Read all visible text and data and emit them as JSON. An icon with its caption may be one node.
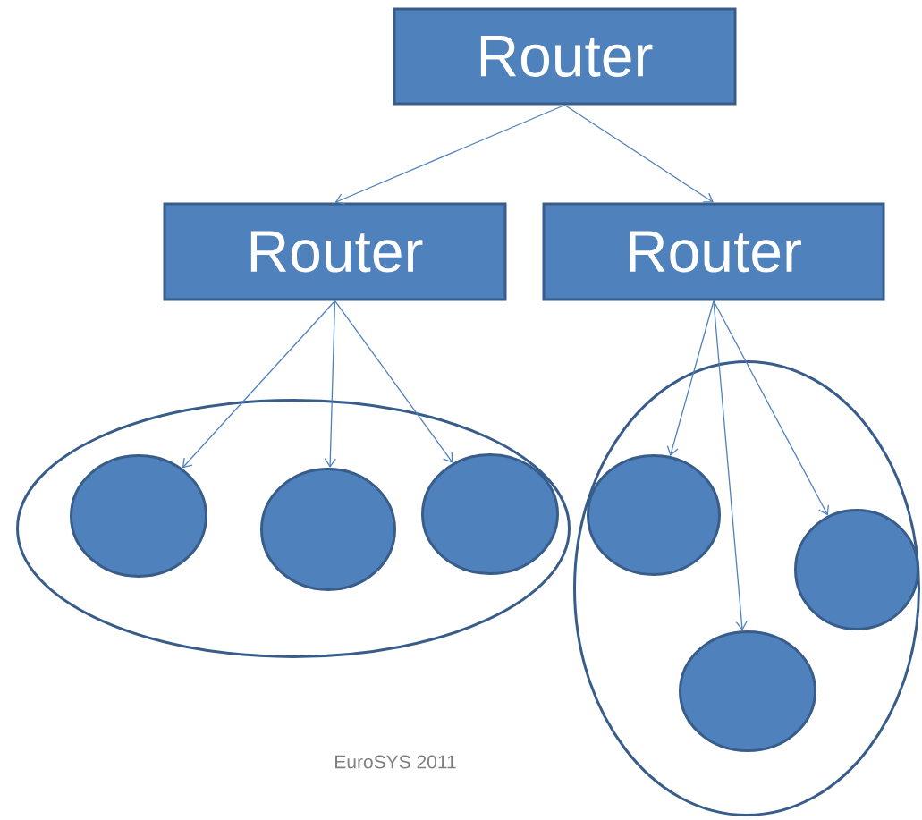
{
  "diagram": {
    "nodes": [
      {
        "text": [
          "Router"
        ]
      },
      {
        "text": [
          "Router"
        ]
      },
      {
        "text": [
          "Router"
        ]
      },
      {
        "text": [],
        "shape": "ellipse"
      },
      {
        "text": [],
        "shape": "circle",
        "in": 3
      },
      {
        "text": [],
        "shape": "circle",
        "in": 3
      },
      {
        "text": [],
        "shape": "circle",
        "in": 3
      },
      {
        "text": [],
        "shape": "ellipse"
      },
      {
        "text": [],
        "shape": "circle",
        "in": 7
      },
      {
        "text": [],
        "shape": "circle",
        "in": 7
      },
      {
        "text": [],
        "shape": "circle",
        "in": 7
      }
    ],
    "edges": [
      {
        "from": 0,
        "to": 1,
        "arrow": "to"
      },
      {
        "from": 0,
        "to": 2,
        "arrow": "to"
      },
      {
        "from": 1,
        "to": 4,
        "arrow": "to"
      },
      {
        "from": 1,
        "to": 5,
        "arrow": "to"
      },
      {
        "from": 1,
        "to": 6,
        "arrow": "to"
      },
      {
        "from": 2,
        "to": 8,
        "arrow": "to"
      },
      {
        "from": 2,
        "to": 9,
        "arrow": "to"
      },
      {
        "from": 2,
        "to": 10,
        "arrow": "to"
      }
    ],
    "labels": [
      "EuroSYS 2011"
    ]
  }
}
